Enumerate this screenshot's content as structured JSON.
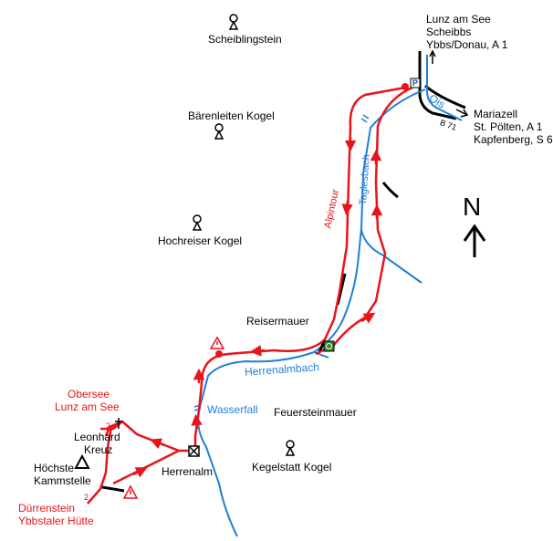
{
  "peaks": {
    "scheiblingstein": "Scheiblingstein",
    "baerenleiten": "Bärenleiten Kogel",
    "hochreiser": "Hochreiser Kogel",
    "reisermauer": "Reisermauer",
    "feuersteinmauer": "Feuersteinmauer",
    "kegelstatt": "Kegelstatt Kogel",
    "hoechste_line1": "Höchste",
    "hoechste_line2": "Kammstelle",
    "leonhard_line1": "Leonhard",
    "leonhard_line2": "Kreuz"
  },
  "places": {
    "herrenalm": "Herrenalm"
  },
  "water": {
    "ois": "Ois",
    "taglesbach": "Taglesbach",
    "herrenalmbach": "Herrenalmbach",
    "wasserfall": "Wasserfall"
  },
  "roads": {
    "b71": "B 71",
    "north_line1": "Lunz am See",
    "north_line2": "Scheibbs",
    "north_line3": "Ybbs/Donau, A 1",
    "east_line1": "Mariazell",
    "east_line2": "St. Pölten, A 1",
    "east_line3": "Kapfenberg, S 6"
  },
  "trails": {
    "alpintour": "Alpintour",
    "obersee_line1": "Obersee",
    "obersee_line2": "Lunz am See",
    "duerrenstein_line1": "Dürrenstein",
    "duerrenstein_line2": "Ybbstaler Hütte",
    "marker_2a": "2",
    "marker_2b": "2"
  },
  "symbols": {
    "parking": "P",
    "north": "N"
  },
  "colors": {
    "route": "#e8141b",
    "water": "#1e7fd8",
    "road": "#000000"
  }
}
